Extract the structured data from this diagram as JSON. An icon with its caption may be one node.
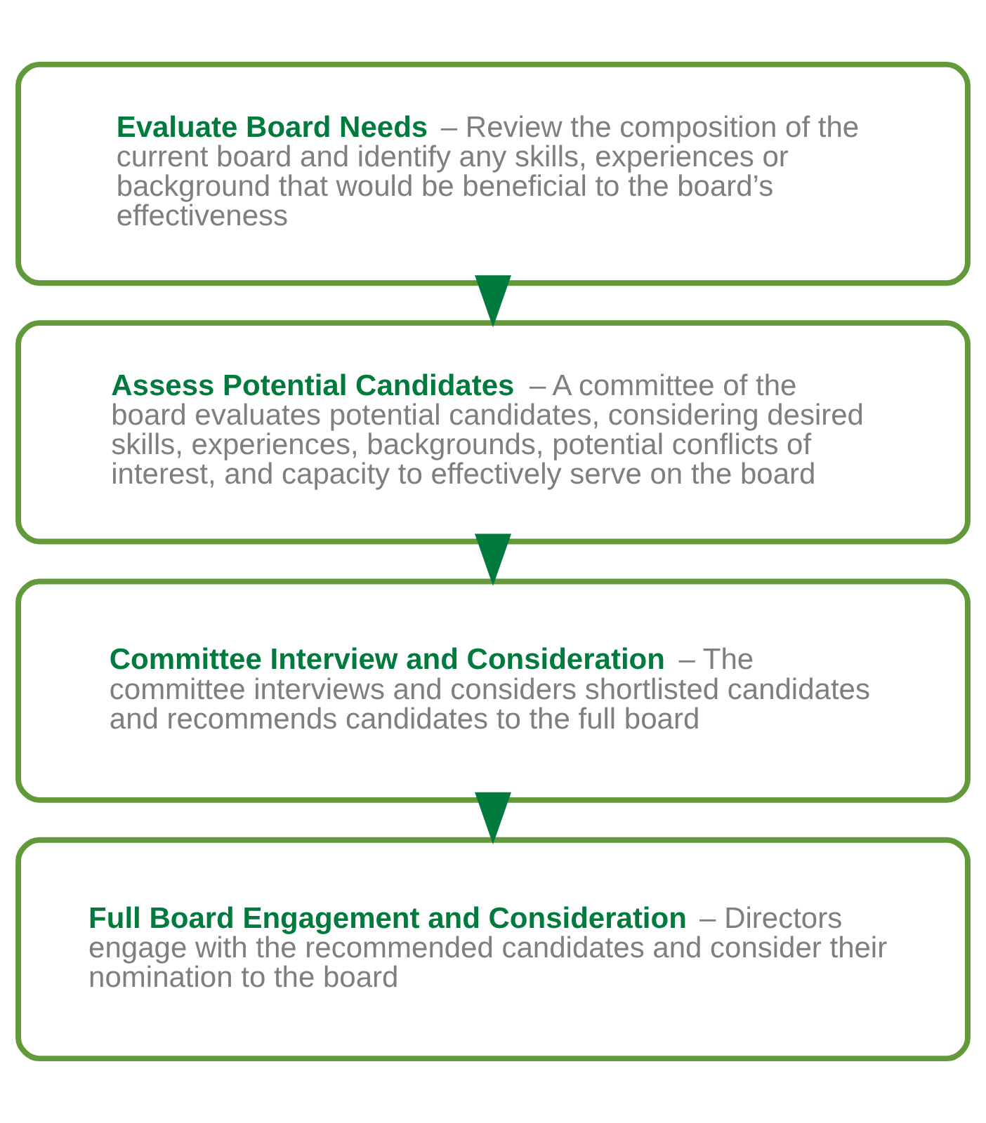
{
  "diagram": {
    "nodes": [
      {
        "text": [
          "Evaluate Board Needs",
          "– Review the composition of the current board and identify any skills, experiences or background that would be beneficial to the board’s effectiveness"
        ]
      },
      {
        "text": [
          "Assess Potential Candidates",
          "– A committee of the board evaluates potential candidates, considering desired skills, experiences, backgrounds, potential conflicts of interest, and capacity to effectively serve on the board"
        ]
      },
      {
        "text": [
          "Committee Interview and Consideration",
          "– The committee interviews and considers shortlisted candidates and recommends candidates to the full board"
        ]
      },
      {
        "text": [
          "Full Board Engagement and Consideration",
          "– Directors engage with the recommended candidates and consider their nomination to the board"
        ]
      }
    ],
    "edges": [
      {
        "from": 0,
        "to": 1,
        "arrow": "to"
      },
      {
        "from": 1,
        "to": 2,
        "arrow": "to"
      },
      {
        "from": 2,
        "to": 3,
        "arrow": "to"
      }
    ]
  }
}
